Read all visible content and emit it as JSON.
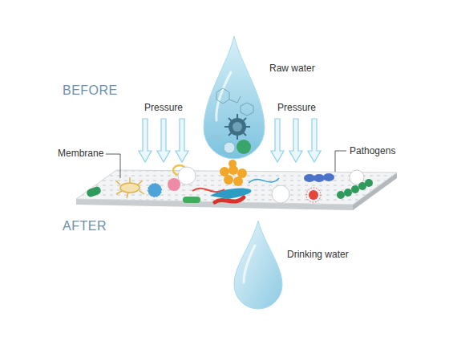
{
  "diagram": {
    "labels": [
      "BEFORE",
      "Raw water",
      "Pressure",
      "Pressure",
      "Membrane",
      "Pathogens",
      "AFTER",
      "Drinking water"
    ]
  }
}
